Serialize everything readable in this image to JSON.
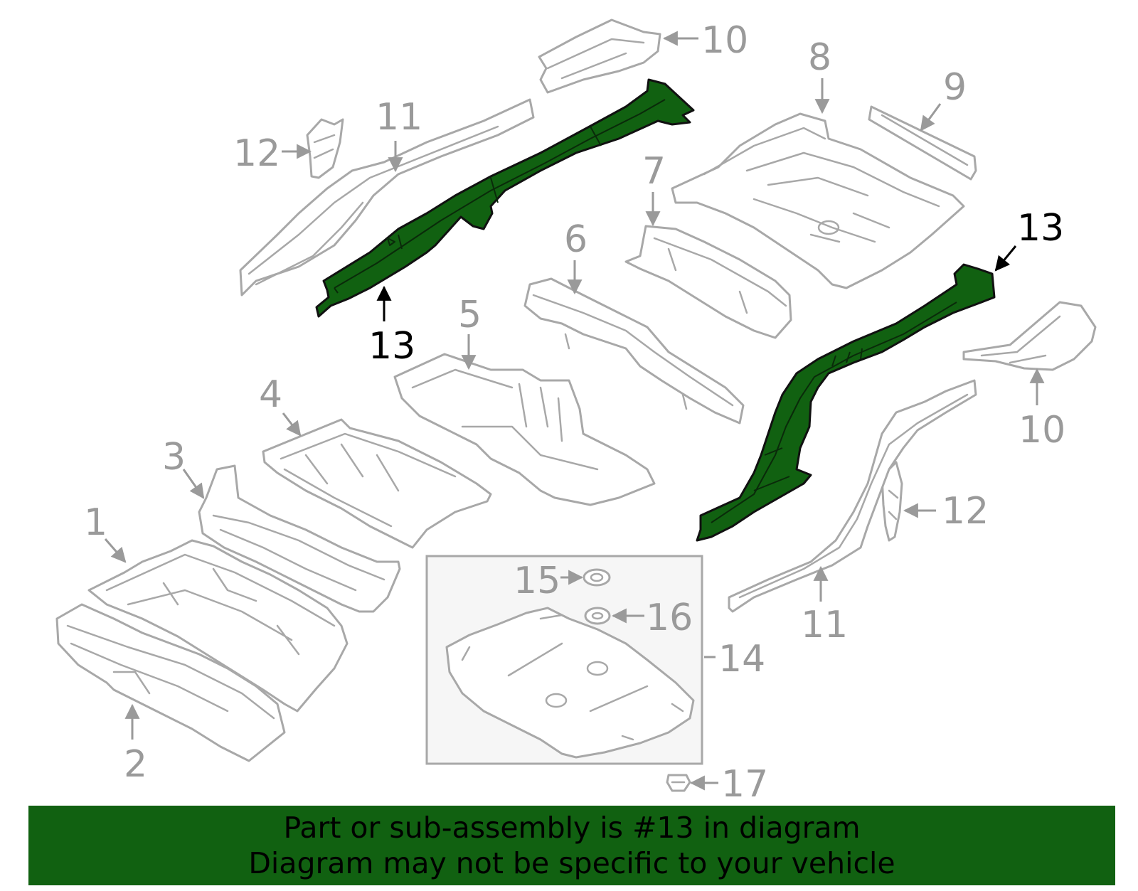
{
  "diagram": {
    "callouts": {
      "c1": "1",
      "c2": "2",
      "c3": "3",
      "c4": "4",
      "c5": "5",
      "c6": "6",
      "c7": "7",
      "c8": "8",
      "c9": "9",
      "c10a": "10",
      "c10b": "10",
      "c11a": "11",
      "c11b": "11",
      "c12a": "12",
      "c12b": "12",
      "c13a": "13",
      "c13b": "13",
      "c14": "14",
      "c15": "15",
      "c16": "16",
      "c17": "17"
    },
    "highlighted_part": "13",
    "colors": {
      "highlight": "#116111",
      "part_outline": "#a8a8a8",
      "callout_text": "#9a9a9a",
      "banner_background": "#116111",
      "banner_text": "#000000"
    }
  },
  "banner": {
    "line1": "Part or sub-assembly is #13 in diagram",
    "line2": "Diagram may not be specific to your vehicle"
  }
}
